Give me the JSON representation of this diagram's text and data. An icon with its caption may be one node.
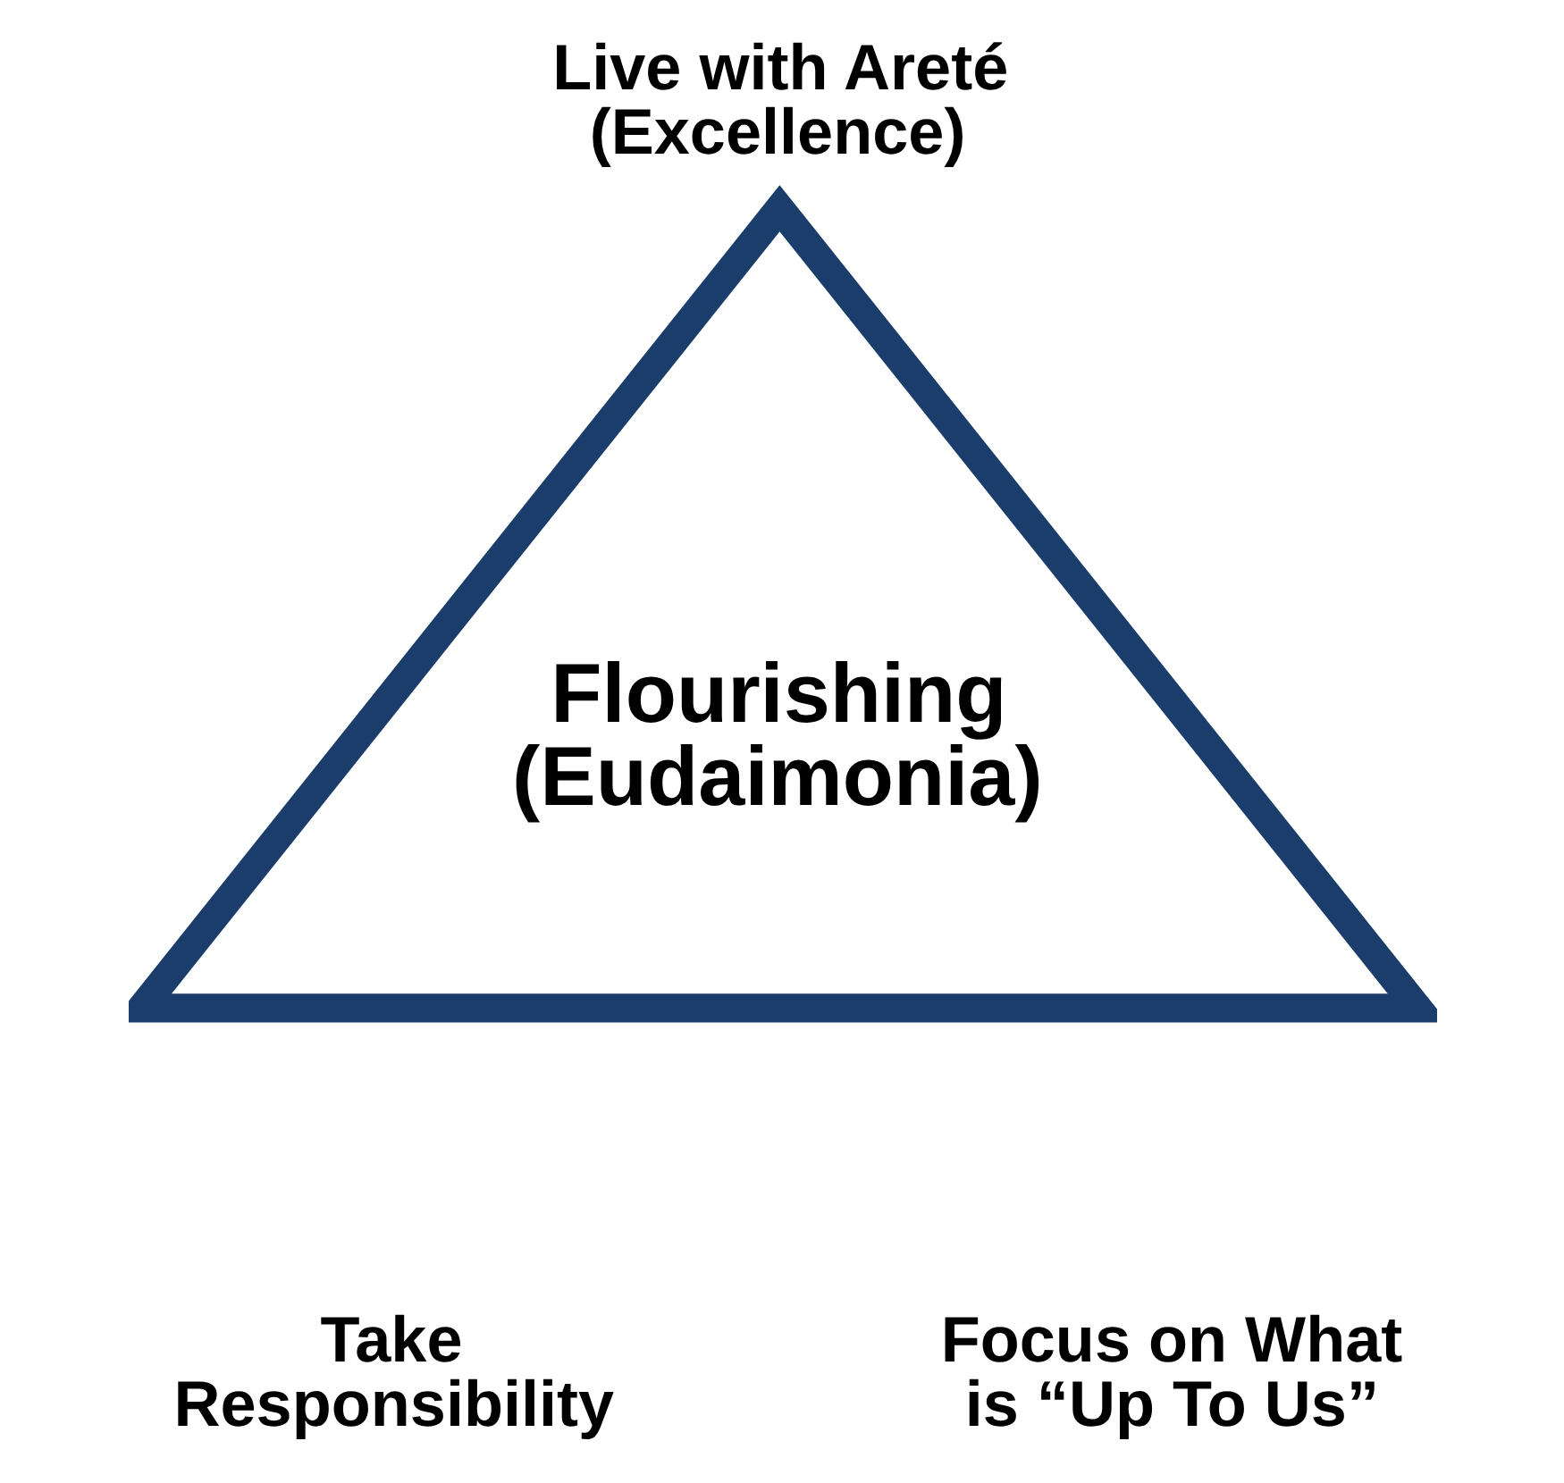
{
  "diagram": {
    "nodes": [
      {
        "text": [
          "Flourishing (Eudaimonia)"
        ]
      }
    ],
    "edges": [],
    "labels": [
      "Live with Areté (Excellence)",
      "Take Responsibility",
      "Focus on What is “Up To Us”"
    ]
  }
}
